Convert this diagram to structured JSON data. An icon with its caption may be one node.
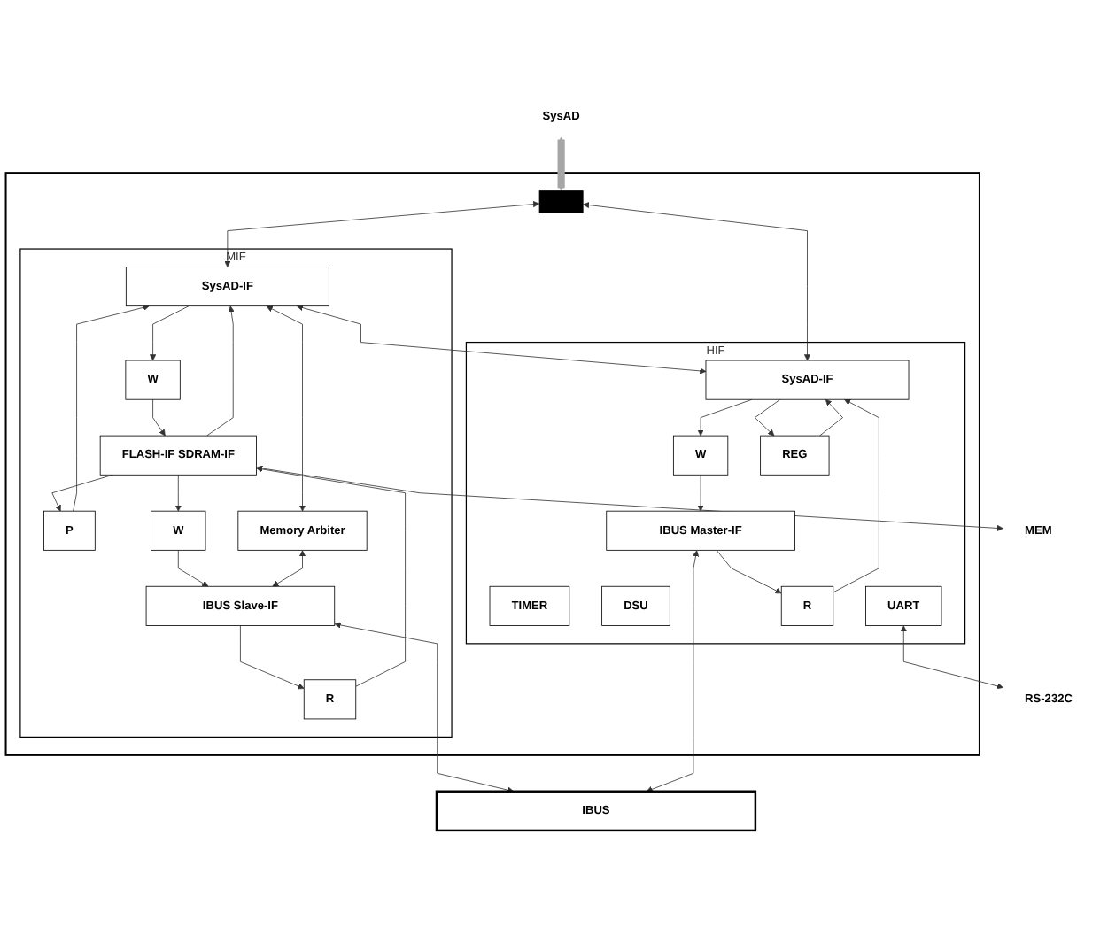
{
  "diagram": {
    "nodes": [
      {
        "text": [
          "SysAD"
        ]
      },
      {
        "text": [],
        "shape": "box"
      },
      {
        "text": [],
        "shape": "bar",
        "in": 1
      },
      {
        "text": [
          "MIF"
        ],
        "in": 1
      },
      {
        "text": [
          "SysAD-IF"
        ],
        "in": 3
      },
      {
        "text": [
          "P"
        ],
        "in": 3
      },
      {
        "text": [
          "W"
        ],
        "in": 3
      },
      {
        "text": [
          "FLASH-IF SDRAM-IF"
        ],
        "in": 3
      },
      {
        "text": [
          "Memory Arbiter"
        ],
        "in": 3
      },
      {
        "text": [
          "R"
        ],
        "in": 3
      },
      {
        "text": [
          "W"
        ],
        "in": 3
      },
      {
        "text": [
          "IBUS Slave-IF"
        ],
        "in": 3
      },
      {
        "text": [
          "HIF"
        ],
        "in": 1
      },
      {
        "text": [
          "SysAD-IF"
        ],
        "in": 12
      },
      {
        "text": [
          "W"
        ],
        "in": 12
      },
      {
        "text": [
          "REG"
        ],
        "in": 12
      },
      {
        "text": [
          "TIMER"
        ],
        "in": 12
      },
      {
        "text": [
          "DSU"
        ],
        "in": 12
      },
      {
        "text": [
          "UART"
        ],
        "in": 12
      },
      {
        "text": [
          "R"
        ],
        "in": 12
      },
      {
        "text": [
          "IBUS Master-IF"
        ],
        "in": 12
      },
      {
        "text": [
          "MEM"
        ]
      },
      {
        "text": [
          "RS-232C"
        ]
      },
      {
        "text": [
          "IBUS"
        ]
      }
    ],
    "edges": [
      {
        "from": 0,
        "to": 2,
        "arrow": "both",
        "style": "thick",
        "color": "#a6a6a6"
      },
      {
        "from": 2,
        "to": 4,
        "arrow": "both"
      },
      {
        "from": 2,
        "to": 13,
        "arrow": "both"
      },
      {
        "from": 4,
        "to": 13,
        "arrow": "both"
      },
      {
        "from": 4,
        "to": 6,
        "arrow": "to"
      },
      {
        "from": 6,
        "to": 7,
        "arrow": "to"
      },
      {
        "from": 7,
        "to": 5,
        "arrow": "to"
      },
      {
        "from": 5,
        "to": 4,
        "arrow": "to"
      },
      {
        "from": 7,
        "to": 4,
        "arrow": "to"
      },
      {
        "from": 4,
        "to": 8,
        "arrow": "both"
      },
      {
        "from": 21,
        "to": 7,
        "arrow": "both"
      },
      {
        "from": 7,
        "to": 10,
        "arrow": "to"
      },
      {
        "from": 10,
        "to": 11,
        "arrow": "to"
      },
      {
        "from": 11,
        "to": 9,
        "arrow": "to"
      },
      {
        "from": 9,
        "to": 7,
        "arrow": "to"
      },
      {
        "from": 8,
        "to": 11,
        "arrow": "both"
      },
      {
        "from": 11,
        "to": 23,
        "arrow": "both"
      },
      {
        "from": 13,
        "to": 14,
        "arrow": "to"
      },
      {
        "from": 13,
        "to": 15,
        "arrow": "to"
      },
      {
        "from": 15,
        "to": 13,
        "arrow": "to"
      },
      {
        "from": 19,
        "to": 13,
        "arrow": "to"
      },
      {
        "from": 14,
        "to": 20,
        "arrow": "to"
      },
      {
        "from": 20,
        "to": 19,
        "arrow": "to"
      },
      {
        "from": 18,
        "to": 22,
        "arrow": "both"
      },
      {
        "from": 20,
        "to": 23,
        "arrow": "both"
      }
    ]
  }
}
